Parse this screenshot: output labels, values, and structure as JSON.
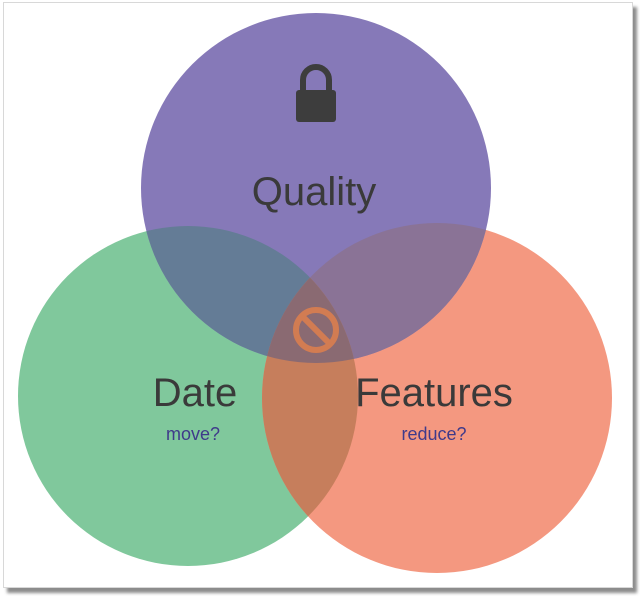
{
  "diagram": {
    "circles": [
      {
        "id": "quality",
        "label": "Quality",
        "sublabel": "",
        "color": "#8679b8",
        "icon": "lock-icon"
      },
      {
        "id": "date",
        "label": "Date",
        "sublabel": "move?",
        "color": "#80c89c"
      },
      {
        "id": "features",
        "label": "Features",
        "sublabel": "reduce?",
        "color": "#f49880"
      }
    ],
    "center_icon": "no-symbol-icon",
    "colors": {
      "quality_date_overlap": "#647c96",
      "quality_features_overlap": "#8a7396",
      "date_features_overlap": "#c67e5c",
      "center_overlap": "#8a6a72",
      "label_text": "#3a3a3a",
      "sublabel_text": "#3f3a8a",
      "no_symbol": "#d27c52",
      "lock": "#3d3d3d"
    }
  }
}
